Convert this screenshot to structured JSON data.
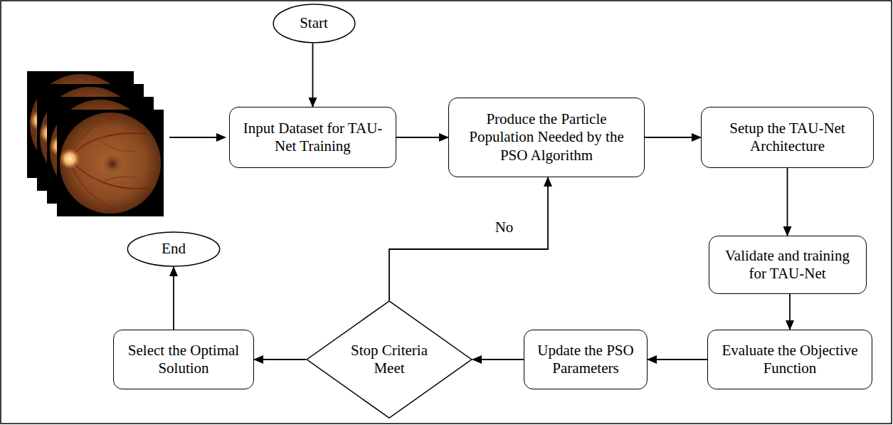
{
  "diagram": {
    "nodes": [
      {
        "text": [
          "Start"
        ]
      },
      {
        "text": [
          "Input Dataset for TAU-Net Training"
        ]
      },
      {
        "text": [
          "Produce the Particle Population Needed by the PSO Algorithm"
        ]
      },
      {
        "text": [
          "Setup the TAU-Net Architecture"
        ]
      },
      {
        "text": [
          "Validate and training for TAU-Net"
        ]
      },
      {
        "text": [
          "Evaluate the Objective Function"
        ]
      },
      {
        "text": [
          "Update the PSO Parameters"
        ]
      },
      {
        "text": [
          "Stop Criteria Meet"
        ]
      },
      {
        "text": [
          "Select the Optimal Solution"
        ]
      },
      {
        "text": [
          "End"
        ]
      }
    ],
    "edges": [
      {
        "from": 0,
        "to": 1,
        "arrow": "to"
      },
      {
        "from": 1,
        "to": 2,
        "arrow": "to"
      },
      {
        "from": 2,
        "to": 3,
        "arrow": "to"
      },
      {
        "from": 3,
        "to": 4,
        "arrow": "to"
      },
      {
        "from": 4,
        "to": 5,
        "arrow": "to"
      },
      {
        "from": 5,
        "to": 6,
        "arrow": "to"
      },
      {
        "from": 6,
        "to": 7,
        "arrow": "to"
      },
      {
        "from": 7,
        "to": 2,
        "label": "No",
        "arrow": "to"
      },
      {
        "from": 7,
        "to": 8,
        "arrow": "to"
      },
      {
        "from": 8,
        "to": 9,
        "arrow": "to"
      }
    ]
  }
}
